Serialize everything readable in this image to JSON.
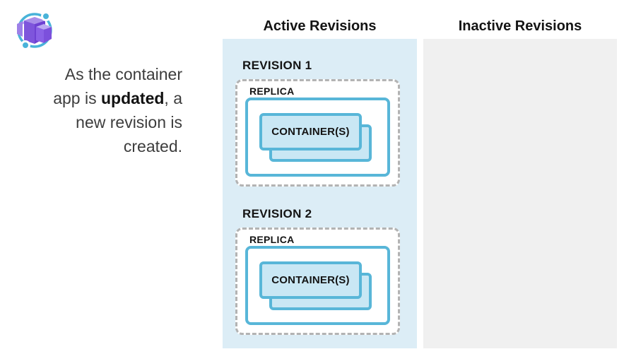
{
  "intro": {
    "line1": "As the container",
    "line2_pre": "app is ",
    "line2_bold": "updated",
    "line2_post": ", a",
    "line3": "new revision is",
    "line4": "created."
  },
  "icon": {
    "name": "azure-container-apps-icon",
    "orbit_blue": "#49b3d9",
    "purple_main": "#7e55dc"
  },
  "columns": {
    "active": {
      "title": "Active Revisions",
      "background": "#dcedf6",
      "revisions": [
        {
          "label": "REVISION 1",
          "replica_label": "REPLICA",
          "container_label": "CONTAINER(S)"
        },
        {
          "label": "REVISION 2",
          "replica_label": "REPLICA",
          "container_label": "CONTAINER(S)"
        }
      ]
    },
    "inactive": {
      "title": "Inactive Revisions",
      "background": "#f0f0f0",
      "revisions": []
    }
  },
  "colors": {
    "stroke_blue": "#58b6d8",
    "container_fill": "#c9e7f4",
    "dashed_border": "#b3b3b3",
    "text_dark": "#141414",
    "intro_text": "#3d3d3d"
  }
}
